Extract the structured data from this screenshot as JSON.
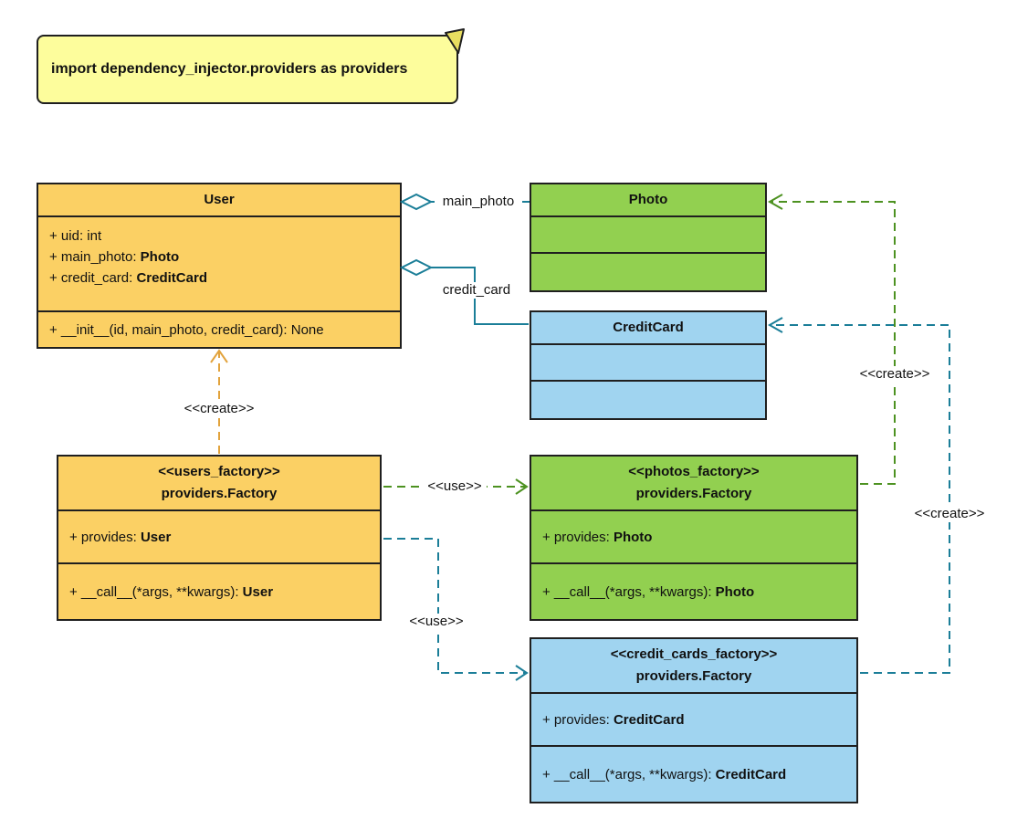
{
  "note": {
    "text": "import dependency_injector.providers as providers"
  },
  "classes": {
    "user": {
      "name": "User",
      "attributes": [
        {
          "text": "+ uid: int",
          "bold": ""
        },
        {
          "text": "+ main_photo: ",
          "bold": "Photo"
        },
        {
          "text": "+ credit_card: ",
          "bold": "CreditCard"
        }
      ],
      "methods": [
        {
          "text": "+ __init__(id, main_photo, credit_card): None",
          "bold": ""
        }
      ]
    },
    "photo": {
      "name": "Photo"
    },
    "credit_card": {
      "name": "CreditCard"
    },
    "users_factory": {
      "stereotype": "<<users_factory>>",
      "name": "providers.Factory",
      "attributes": [
        {
          "text": "+ provides: ",
          "bold": "User"
        }
      ],
      "methods": [
        {
          "text": "+ __call__(*args, **kwargs): ",
          "bold": "User"
        }
      ]
    },
    "photos_factory": {
      "stereotype": "<<photos_factory>>",
      "name": "providers.Factory",
      "attributes": [
        {
          "text": "+ provides: ",
          "bold": "Photo"
        }
      ],
      "methods": [
        {
          "text": "+ __call__(*args, **kwargs): ",
          "bold": "Photo"
        }
      ]
    },
    "credit_cards_factory": {
      "stereotype": "<<credit_cards_factory>>",
      "name": "providers.Factory",
      "attributes": [
        {
          "text": "+ provides: ",
          "bold": "CreditCard"
        }
      ],
      "methods": [
        {
          "text": "+ __call__(*args, **kwargs): ",
          "bold": "CreditCard"
        }
      ]
    }
  },
  "edges": {
    "main_photo": "main_photo",
    "credit_card": "credit_card",
    "create_user": "<<create>>",
    "use_photos": "<<use>>",
    "use_credit_cards": "<<use>>",
    "create_photo": "<<create>>",
    "create_credit_card": "<<create>>"
  },
  "colors": {
    "yellow": "#FBD064",
    "green": "#92D050",
    "blue": "#A0D4F0",
    "note": "#FDFD9C",
    "teal_line": "#1B7E98",
    "green_line": "#4D9221",
    "orange_line": "#E2A33D"
  }
}
